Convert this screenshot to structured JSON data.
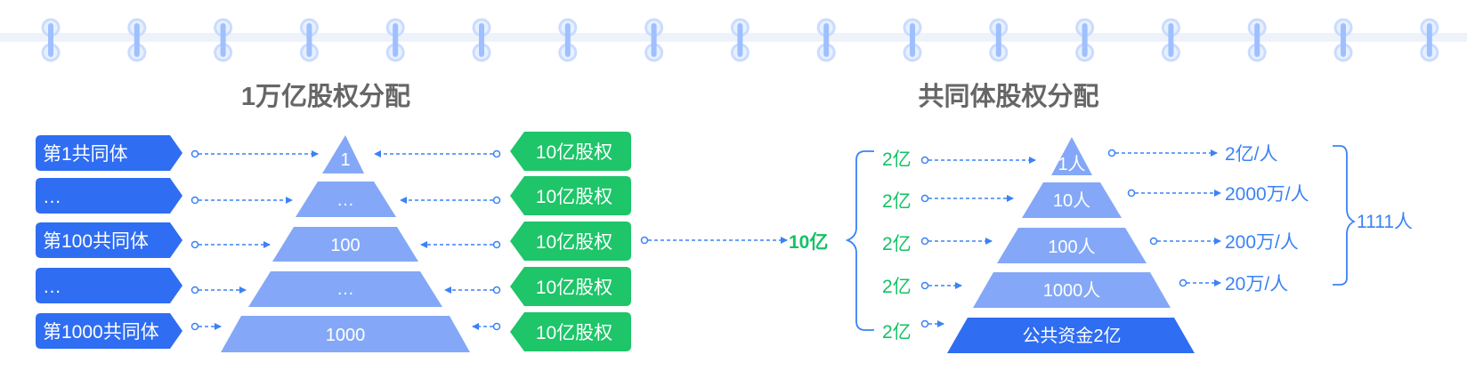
{
  "colors": {
    "blue_tag": "#2f6df2",
    "green_tag": "#1ec569",
    "pyramid": "#84a8f7",
    "pyramid_base": "#2f6df2",
    "arrow_blue": "#3b82f6",
    "text_green": "#14c266",
    "title_gray": "#666666",
    "rings": "#c9dcff"
  },
  "left": {
    "title": "1万亿股权分配",
    "communities": [
      "第1共同体",
      "…",
      "第100共同体",
      "…",
      "第1000共同体"
    ],
    "levels": [
      "1",
      "…",
      "100",
      "…",
      "1000"
    ],
    "equity": [
      "10亿股权",
      "10亿股权",
      "10亿股权",
      "10亿股权",
      "10亿股权"
    ]
  },
  "center": {
    "label": "10亿"
  },
  "right": {
    "title": "共同体股权分配",
    "allocations": [
      "2亿",
      "2亿",
      "2亿",
      "2亿",
      "2亿"
    ],
    "levels": [
      "1人",
      "10人",
      "100人",
      "1000人",
      "公共资金2亿"
    ],
    "per_person": [
      "2亿/人",
      "2000万/人",
      "200万/人",
      "20万/人"
    ],
    "total": "1111人"
  }
}
